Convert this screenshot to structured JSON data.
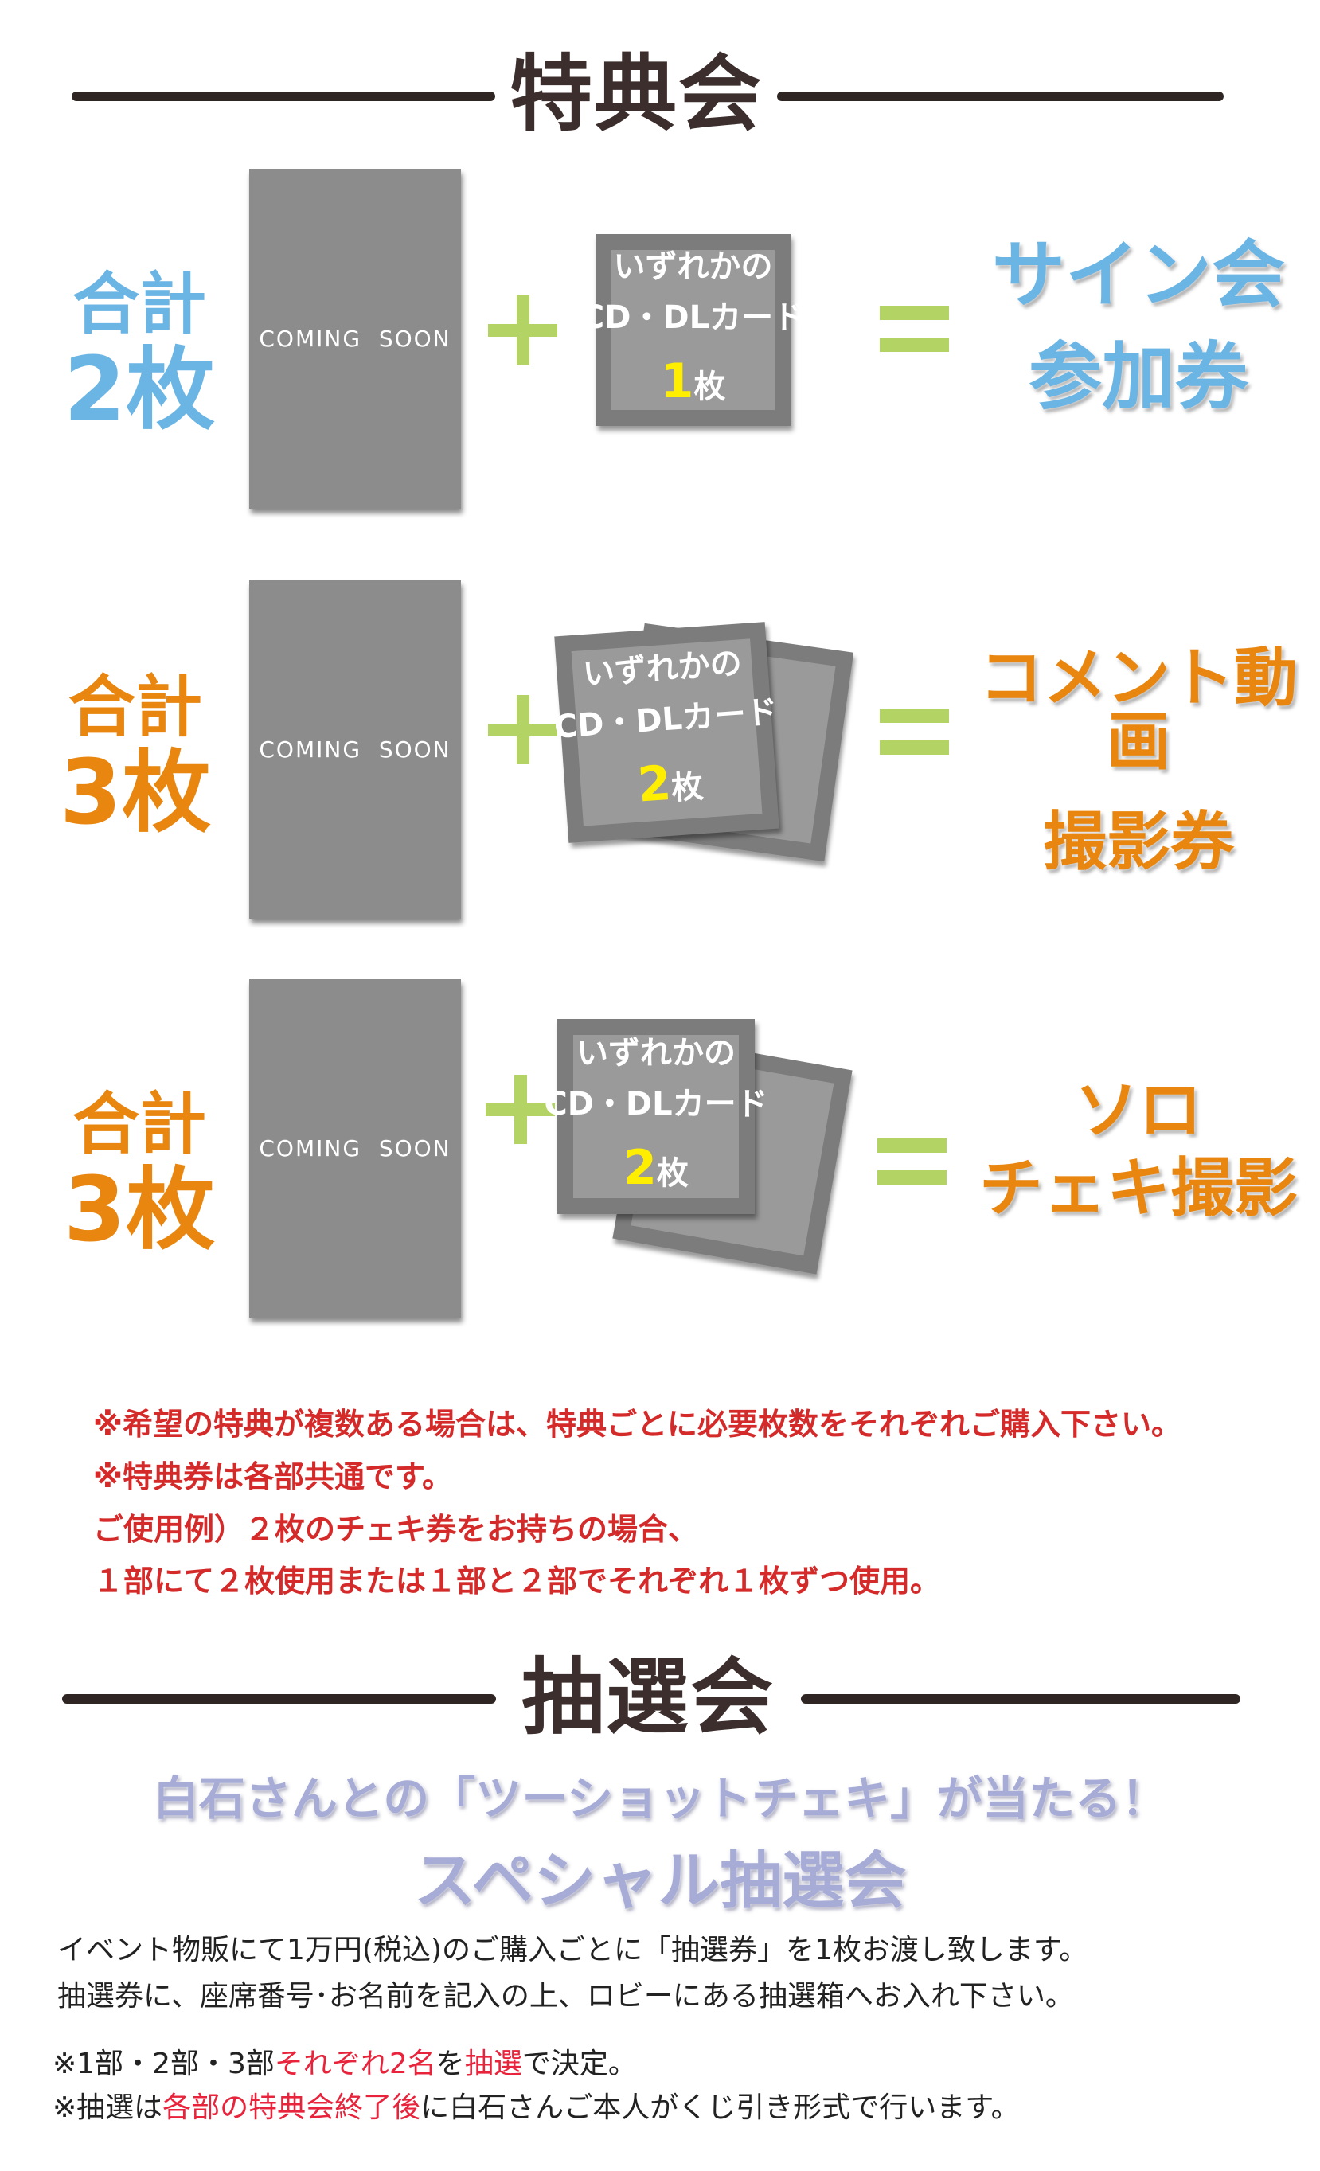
{
  "tokuten": {
    "title": "特典会",
    "rows": [
      {
        "count_label": "合計",
        "count_value": "2枚",
        "count_color": "#6bb5e5",
        "jacket_text": "COMING  SOON",
        "card_line1": "いずれかの",
        "card_line2": "CD・DLカード",
        "card_num": "1",
        "card_unit": "枚",
        "prize_line1": "サイン会",
        "prize_line2": "参加券",
        "prize_color": "#6bb5e5"
      },
      {
        "count_label": "合計",
        "count_value": "3枚",
        "count_color": "#e8860f",
        "jacket_text": "COMING  SOON",
        "card_line1": "いずれかの",
        "card_line2": "CD・DLカード",
        "card_num": "2",
        "card_unit": "枚",
        "prize_line1": "コメント動画",
        "prize_line2": "撮影券",
        "prize_color": "#e8860f"
      },
      {
        "count_label": "合計",
        "count_value": "3枚",
        "count_color": "#e8860f",
        "jacket_text": "COMING  SOON",
        "card_line1": "いずれかの",
        "card_line2": "CD・DLカード",
        "card_num": "2",
        "card_unit": "枚",
        "prize_line1": "ソロ",
        "prize_line2": "チェキ撮影",
        "prize_color": "#e8860f"
      }
    ],
    "notes": [
      "※希望の特典が複数ある場合は、特典ごとに必要枚数をそれぞれご購入下さい。",
      "※特典券は各部共通です。",
      "ご使用例）２枚のチェキ券をお持ちの場合、",
      "１部にて２枚使用または１部と２部でそれぞれ１枚ずつ使用。"
    ]
  },
  "chusen": {
    "title": "抽選会",
    "subtitle1": "白石さんとの「ツーショットチェキ」が当たる！",
    "subtitle2": "スペシャル抽選会",
    "body1": "イベント物販にて1万円(税込)のご購入ごとに「抽選券」を1枚お渡し致します。",
    "body2": "抽選券に、座席番号･お名前を記入の上、ロビーにある抽選箱へお入れ下さい。",
    "note1": {
      "a": "※1部・2部・3部",
      "b": "それぞれ2名",
      "c": "を",
      "d": "抽選",
      "e": "で決定。"
    },
    "note2": {
      "a": "※抽選は",
      "b": "各部の特典会終了後",
      "c": "に白石さんご本人がくじ引き形式で行います。"
    }
  },
  "colors": {
    "accent_green": "#b3d465",
    "note_red": "#d42a2a",
    "heading": "#3d2e2e",
    "highlight_red": "#e8243c"
  }
}
